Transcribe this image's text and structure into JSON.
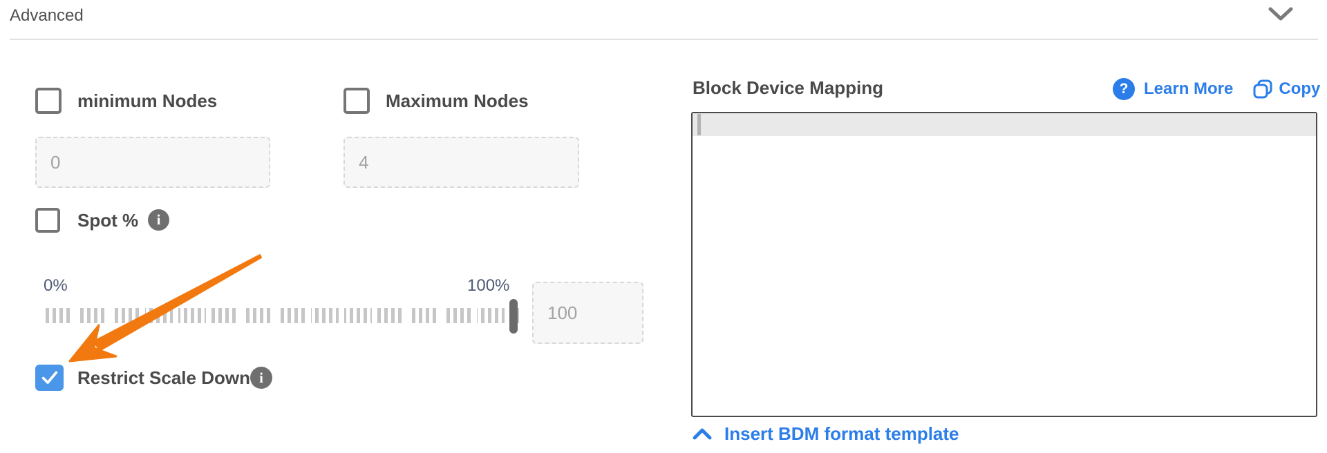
{
  "header": {
    "title": "Advanced"
  },
  "advanced_form": {
    "minimum_nodes": {
      "label": "minimum Nodes",
      "placeholder": "0",
      "checked": false
    },
    "maximum_nodes": {
      "label": "Maximum Nodes",
      "placeholder": "4",
      "checked": false
    },
    "spot": {
      "label": "Spot %",
      "info_glyph": "i",
      "checked": false
    },
    "spot_slider": {
      "min_label": "0%",
      "max_label": "100%",
      "placeholder": "100",
      "value_percent": 100
    },
    "restrict_scale_down": {
      "label": "Restrict Scale Down",
      "info_glyph": "i",
      "checked": true
    }
  },
  "block_device_mapping": {
    "title": "Block Device Mapping",
    "help_glyph": "?",
    "learn_more_label": "Learn More",
    "copy_label": "Copy",
    "editor_content": "",
    "insert_template_label": "Insert BDM format template"
  },
  "colors": {
    "link_blue": "#2b7de9",
    "checkbox_checked_blue": "#4a96e8",
    "annotation_orange": "#f2790f",
    "label_gray": "#4a4a4a",
    "slider_label_slate": "#4d5b75"
  }
}
